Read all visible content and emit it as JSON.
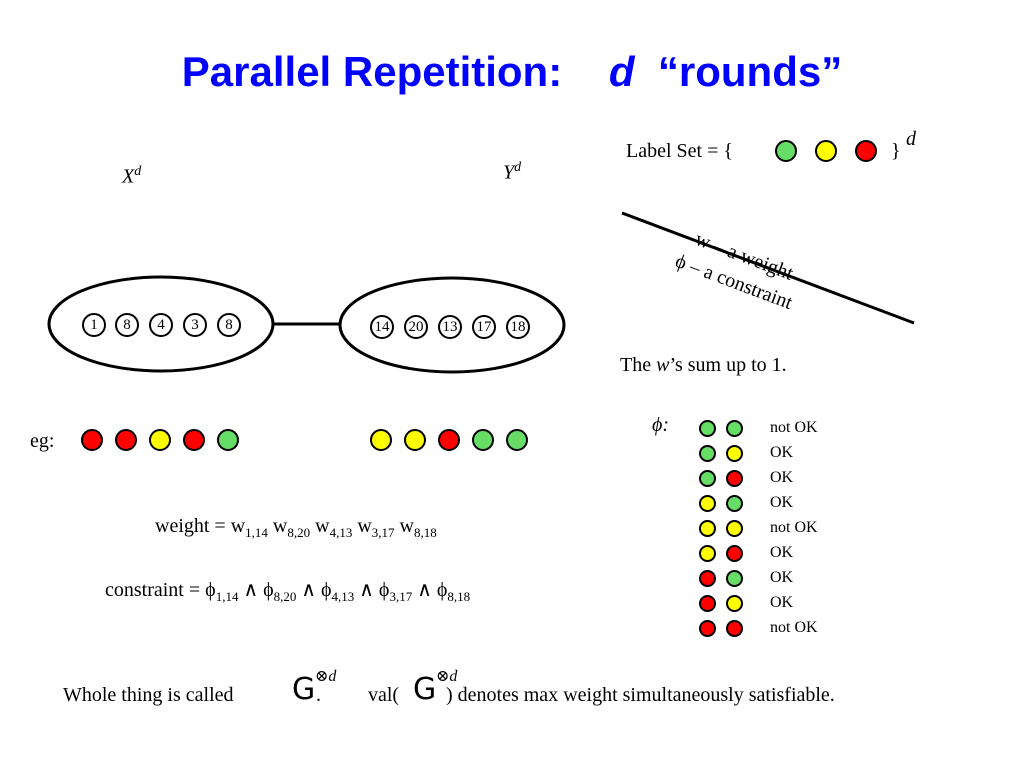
{
  "title": {
    "main": "Parallel Repetition:",
    "var": "d",
    "quoted": "“rounds”"
  },
  "labels": {
    "x": "X",
    "y": "Y",
    "exp": "d",
    "eg": "eg:"
  },
  "x_nodes": [
    "1",
    "8",
    "4",
    "3",
    "8"
  ],
  "y_nodes": [
    "14",
    "20",
    "13",
    "17",
    "18"
  ],
  "eg_left": [
    "#ff0000",
    "#ff0000",
    "#ffff00",
    "#ff0000",
    "#66dd66"
  ],
  "eg_right": [
    "#ffff00",
    "#ffff00",
    "#ff0000",
    "#66dd66",
    "#66dd66"
  ],
  "label_set": {
    "prefix": "Label Set = {",
    "suffix": "}",
    "exp": "d",
    "colors": [
      "#66dd66",
      "#ffff00",
      "#ff0000"
    ]
  },
  "edge_annotations": {
    "weight": "w – a weight",
    "constraint": "ϕ – a constraint"
  },
  "sum_text": {
    "pre": "The ",
    "var": "w",
    "post": "’s sum up to 1."
  },
  "phi_label": "ϕ:",
  "phi_table": [
    {
      "a": "#66dd66",
      "b": "#66dd66",
      "result": "not OK"
    },
    {
      "a": "#66dd66",
      "b": "#ffff00",
      "result": "OK"
    },
    {
      "a": "#66dd66",
      "b": "#ff0000",
      "result": "OK"
    },
    {
      "a": "#ffff00",
      "b": "#66dd66",
      "result": "OK"
    },
    {
      "a": "#ffff00",
      "b": "#ffff00",
      "result": "not OK"
    },
    {
      "a": "#ffff00",
      "b": "#ff0000",
      "result": "OK"
    },
    {
      "a": "#ff0000",
      "b": "#66dd66",
      "result": "OK"
    },
    {
      "a": "#ff0000",
      "b": "#ffff00",
      "result": "OK"
    },
    {
      "a": "#ff0000",
      "b": "#ff0000",
      "result": "not OK"
    }
  ],
  "weight_formula": {
    "prefix": "weight = ",
    "terms": [
      {
        "sym": "w",
        "sub": "1,14"
      },
      {
        "sym": "w",
        "sub": "8,20"
      },
      {
        "sym": "w",
        "sub": "4,13"
      },
      {
        "sym": "w",
        "sub": "3,17"
      },
      {
        "sym": "w",
        "sub": "8,18"
      }
    ]
  },
  "constraint_formula": {
    "prefix": "constraint = ",
    "op": "∧",
    "terms": [
      {
        "sym": "ϕ",
        "sub": "1,14"
      },
      {
        "sym": "ϕ",
        "sub": "8,20"
      },
      {
        "sym": "ϕ",
        "sub": "4,13"
      },
      {
        "sym": "ϕ",
        "sub": "3,17"
      },
      {
        "sym": "ϕ",
        "sub": "8,18"
      }
    ]
  },
  "bottom": {
    "p1": "Whole thing is called ",
    "g": "G",
    "sup": "⊗d",
    "p2": ".",
    "p3": "val(",
    "p4": ") denotes max weight simultaneously satisfiable."
  }
}
